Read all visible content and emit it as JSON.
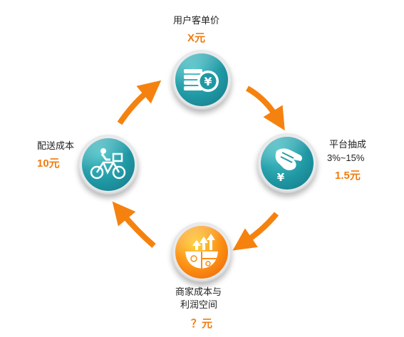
{
  "top": {
    "label": "用户客单价",
    "value": "X元",
    "icon": "coin-stack-yuan-icon"
  },
  "right": {
    "label": "平台抽成",
    "rate": "3%~15%",
    "value": "1.5元",
    "icon": "hand-yuan-icon"
  },
  "bottom": {
    "label_line1": "商家成本与",
    "label_line2": "利润空间",
    "value": "？元",
    "icon": "pie-growth-icon"
  },
  "left": {
    "label": "配送成本",
    "value": "10元",
    "icon": "delivery-bike-icon"
  },
  "colors": {
    "arrow": "#f5820f",
    "value": "#f07c10",
    "teal": "#1f98a4",
    "orange": "#fb8c12"
  }
}
